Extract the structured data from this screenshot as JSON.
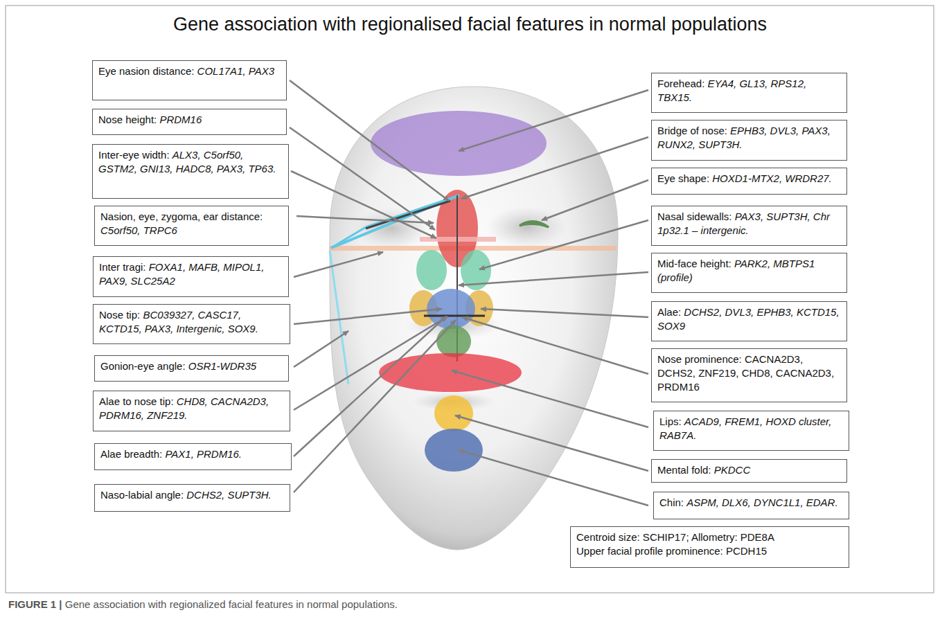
{
  "diagram": {
    "title": "Gene association with regionalised facial features in normal populations",
    "caption": "FIGURE 1 | Gene association with regionalized facial features in normal populations.",
    "nodes": [
      {
        "text": [
          "Eye nasion distance: COL17A1, PAX3"
        ]
      },
      {
        "text": [
          "Nose height: PRDM16"
        ]
      },
      {
        "text": [
          "Inter-eye width: ALX3, C5orf50, GSTM2, GNI13, HADC8, PAX3, TP63."
        ]
      },
      {
        "text": [
          "Nasion, eye, zygoma, ear distance: C5orf50, TRPC6"
        ]
      },
      {
        "text": [
          "Inter tragi: FOXA1, MAFB, MIPOL1, PAX9, SLC25A2"
        ]
      },
      {
        "text": [
          "Nose tip: BC039327, CASC17, KCTD15, PAX3, Intergenic, SOX9."
        ]
      },
      {
        "text": [
          "Gonion-eye angle: OSR1-WDR35"
        ]
      },
      {
        "text": [
          "Alae to nose tip: CHD8, CACNA2D3, PDRM16, ZNF219."
        ]
      },
      {
        "text": [
          "Alae breadth: PAX1, PRDM16."
        ]
      },
      {
        "text": [
          "Naso-labial angle: DCHS2, SUPT3H."
        ]
      },
      {
        "text": [
          "Forehead: EYA4, GL13, RPS12, TBX15."
        ]
      },
      {
        "text": [
          "Bridge of nose: EPHB3, DVL3, PAX3, RUNX2, SUPT3H."
        ]
      },
      {
        "text": [
          "Eye shape: HOXD1-MTX2, WRDR27."
        ]
      },
      {
        "text": [
          "Nasal sidewalls: PAX3, SUPT3H, Chr 1p32.1 – intergenic."
        ]
      },
      {
        "text": [
          "Mid-face height: PARK2, MBTPS1 (profile)"
        ]
      },
      {
        "text": [
          "Alae: DCHS2, DVL3, EPHB3, KCTD15, SOX9"
        ]
      },
      {
        "text": [
          "Nose prominence: CACNA2D3, DCHS2, ZNF219, CHD8, CACNA2D3, PRDM16"
        ]
      },
      {
        "text": [
          "Lips: ACAD9, FREM1, HOXD cluster, RAB7A."
        ]
      },
      {
        "text": [
          "Mental fold: PKDCC"
        ]
      },
      {
        "text": [
          "Chin: ASPM, DLX6, DYNC1L1, EDAR."
        ]
      },
      {
        "text": [
          "Centroid size: SCHIP17; Allometry: PDE8A",
          "Upper facial profile prominence: PCDH15"
        ]
      }
    ]
  }
}
